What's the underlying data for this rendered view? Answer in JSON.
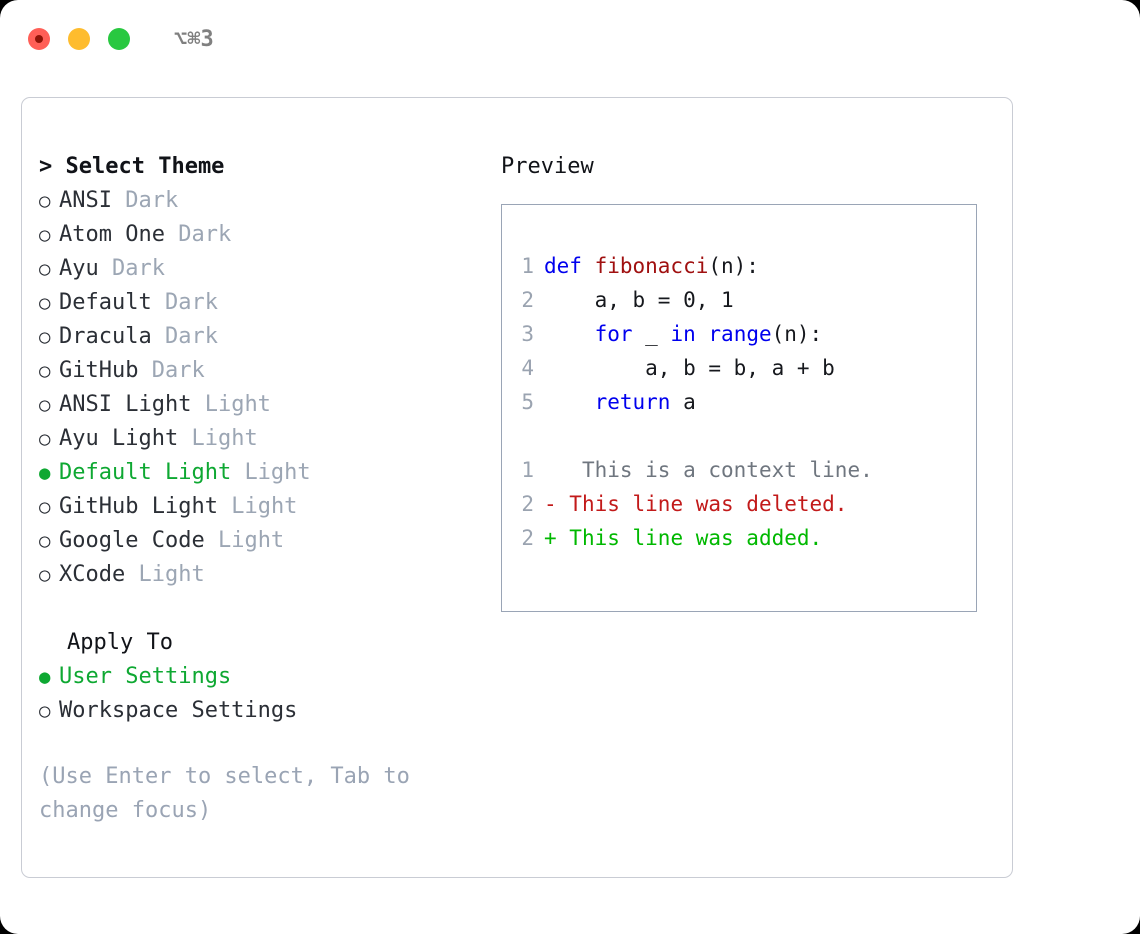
{
  "titlebar": {
    "shortcut": "⌥⌘3",
    "lights": [
      "close-red",
      "minimize-amber",
      "maximize-green"
    ]
  },
  "theme_panel": {
    "heading": "> Select Theme",
    "items": [
      {
        "bullet": "○",
        "label": "ANSI",
        "tag": "Dark",
        "selected": false
      },
      {
        "bullet": "○",
        "label": "Atom One",
        "tag": "Dark",
        "selected": false
      },
      {
        "bullet": "○",
        "label": "Ayu",
        "tag": "Dark",
        "selected": false
      },
      {
        "bullet": "○",
        "label": "Default",
        "tag": "Dark",
        "selected": false
      },
      {
        "bullet": "○",
        "label": "Dracula",
        "tag": "Dark",
        "selected": false
      },
      {
        "bullet": "○",
        "label": "GitHub",
        "tag": "Dark",
        "selected": false
      },
      {
        "bullet": "○",
        "label": "ANSI Light",
        "tag": "Light",
        "selected": false
      },
      {
        "bullet": "○",
        "label": "Ayu Light",
        "tag": "Light",
        "selected": false
      },
      {
        "bullet": "●",
        "label": "Default Light",
        "tag": "Light",
        "selected": true
      },
      {
        "bullet": "○",
        "label": "GitHub Light",
        "tag": "Light",
        "selected": false
      },
      {
        "bullet": "○",
        "label": "Google Code",
        "tag": "Light",
        "selected": false
      },
      {
        "bullet": "○",
        "label": "XCode",
        "tag": "Light",
        "selected": false
      }
    ]
  },
  "apply_to": {
    "heading": "Apply To",
    "items": [
      {
        "bullet": "●",
        "label": "User Settings",
        "selected": true
      },
      {
        "bullet": "○",
        "label": "Workspace Settings",
        "selected": false
      }
    ]
  },
  "hint": "(Use Enter to select, Tab to change focus)",
  "preview": {
    "title": "Preview",
    "code_lines": [
      {
        "no": "1",
        "tokens": [
          {
            "t": "def ",
            "k": "kw"
          },
          {
            "t": "fibonacci",
            "k": "fn"
          },
          {
            "t": "(n):",
            "k": "plain"
          }
        ]
      },
      {
        "no": "2",
        "tokens": [
          {
            "t": "    a, b = 0, 1",
            "k": "plain"
          }
        ]
      },
      {
        "no": "3",
        "tokens": [
          {
            "t": "    ",
            "k": "plain"
          },
          {
            "t": "for",
            "k": "kw"
          },
          {
            "t": " _ ",
            "k": "plain"
          },
          {
            "t": "in",
            "k": "kw"
          },
          {
            "t": " ",
            "k": "plain"
          },
          {
            "t": "range",
            "k": "kw"
          },
          {
            "t": "(n):",
            "k": "plain"
          }
        ]
      },
      {
        "no": "4",
        "tokens": [
          {
            "t": "        a, b = b, a + b",
            "k": "plain"
          }
        ]
      },
      {
        "no": "5",
        "tokens": [
          {
            "t": "    ",
            "k": "plain"
          },
          {
            "t": "return",
            "k": "kw"
          },
          {
            "t": " a",
            "k": "plain"
          }
        ]
      }
    ],
    "diff_lines": [
      {
        "no": "1",
        "marker": " ",
        "text": "  This is a context line.",
        "kind": "context"
      },
      {
        "no": "2",
        "marker": "-",
        "text": " This line was deleted.",
        "kind": "deleted"
      },
      {
        "no": "2",
        "marker": "+",
        "text": " This line was added.",
        "kind": "added"
      }
    ]
  },
  "colors": {
    "accent_green": "#0ea832",
    "tag_gray": "#9ca6b4",
    "hint_gray": "#9aa4b4",
    "keyword_blue": "#0000ee",
    "function_red": "#a01010",
    "diff_deleted": "#c21a1a",
    "diff_added": "#00b800",
    "lineno_gray": "#9aa3b0",
    "panel_border": "#c9ccd4",
    "preview_border": "#9aa5b6"
  }
}
